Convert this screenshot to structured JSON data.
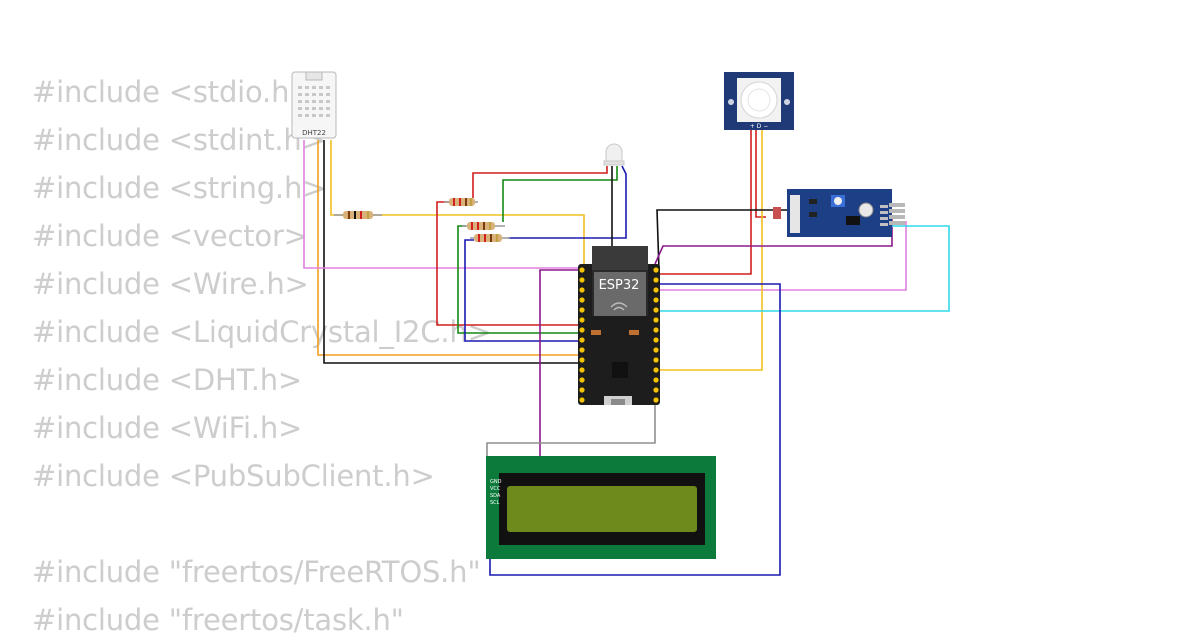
{
  "code_lines": [
    "#include <stdio.h>",
    "#include <stdint.h>",
    "#include <string.h>",
    "#include <vector>",
    "#include <Wire.h>",
    "#include <LiquidCrystal_I2C.h>",
    "#include <DHT.h>",
    "#include <WiFi.h>",
    "#include <PubSubClient.h>",
    "",
    "#include \"freertos/FreeRTOS.h\"",
    "#include \"freertos/task.h\""
  ],
  "components": {
    "dht_label": "DHT22",
    "esp32_label": "ESP32",
    "pir_pins": "+ D −",
    "lcd_pins": [
      "GND",
      "VCC",
      "SDA",
      "SCL"
    ]
  },
  "colors": {
    "code_text": "#cdcdcd",
    "esp32_board": "#1d1d1d",
    "lcd_board": "#0b7a3a",
    "lcd_screen": "#6e8a1c",
    "pir_board": "#203a78",
    "ldr_board": "#1c3f86",
    "wire_red": "#d21e1e",
    "wire_green": "#138a13",
    "wire_blue": "#1a1ab4",
    "wire_black": "#111111",
    "wire_yellow": "#f0c020",
    "wire_orange": "#f0a020",
    "wire_violet": "#e080e0",
    "wire_purple": "#8a1a8a",
    "wire_cyan": "#30d8e8",
    "wire_gray": "#909090"
  }
}
